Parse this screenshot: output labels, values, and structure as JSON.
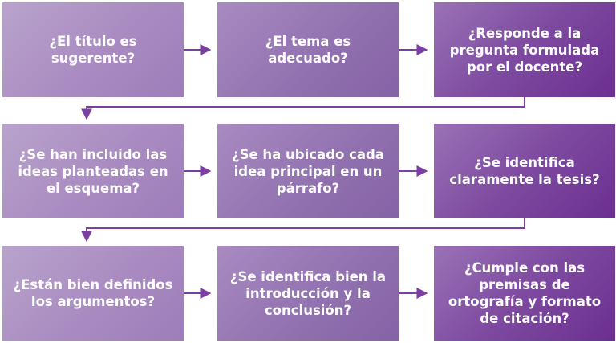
{
  "colors": {
    "accent": "#7a3fa0",
    "box_light": "#b9a3cc",
    "box_dark": "#6b2f90"
  },
  "questions": [
    "¿El título es sugerente?",
    "¿El tema es adecuado?",
    "¿Responde a la pregunta formulada por el docente?",
    "¿Se han incluido las ideas planteadas en el esquema?",
    "¿Se ha ubicado cada idea principal en un párrafo?",
    "¿Se identifica claramente la tesis?",
    "¿Están bien definidos los argumentos?",
    "¿Se identifica bien la introducción y la conclusión?",
    "¿Cumple con las premisas de ortografía y formato de citación?"
  ]
}
